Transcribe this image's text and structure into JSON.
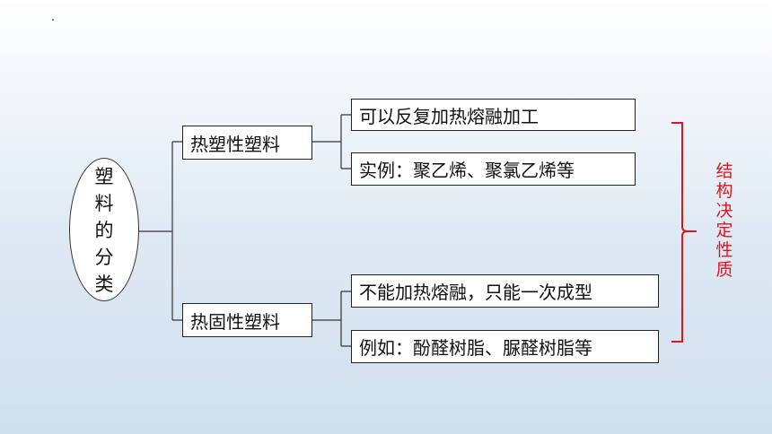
{
  "root": {
    "chars": [
      "塑",
      "料",
      "的",
      "分",
      "类"
    ]
  },
  "branches": [
    {
      "label": "热塑性塑料",
      "leaves": [
        "可以反复加热熔融加工",
        "实例：聚乙烯、聚氯乙烯等"
      ]
    },
    {
      "label": "热固性塑料",
      "leaves": [
        "不能加热熔融，只能一次成型",
        "例如：酚醛树脂、脲醛树脂等"
      ]
    }
  ],
  "side_note": {
    "chars": [
      "结",
      "构",
      "决",
      "定",
      "性",
      "质"
    ],
    "color": "#e0141e"
  }
}
